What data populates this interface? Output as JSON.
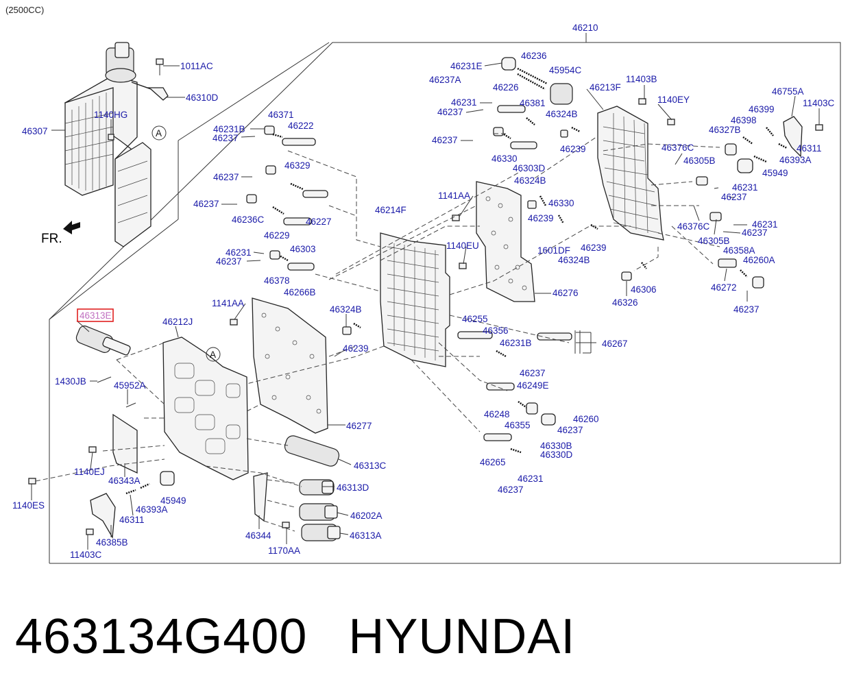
{
  "engine_note": "(2500CC)",
  "main_assembly": "46210",
  "direction_label": "FR.",
  "ref_marker": "A",
  "highlight_part": "46313E",
  "footer": {
    "part_number": "463134G400",
    "brand": "HYUNDAI"
  },
  "labels": {
    "l01": "1011AC",
    "l02": "46310D",
    "l03": "46307",
    "l04": "1140HG",
    "l05": "46371",
    "l06": "46231B",
    "l07": "46222",
    "l08": "46237",
    "l09": "46329",
    "l10": "46237",
    "l11": "46237",
    "l12": "46227",
    "l13": "46236C",
    "l14": "46229",
    "l15": "46303",
    "l16": "46231",
    "l17": "46237",
    "l18": "46378",
    "l19": "46266B",
    "l20": "46231E",
    "l21": "46236",
    "l22": "46237A",
    "l23": "45954C",
    "l24": "46226",
    "l25": "46213F",
    "l26": "11403B",
    "l27": "46231",
    "l28": "46381",
    "l29": "46237",
    "l30": "46324B",
    "l31": "1140EY",
    "l32": "46755A",
    "l33": "11403C",
    "l34": "46237",
    "l35": "46239",
    "l36": "46399",
    "l37": "46398",
    "l38": "46327B",
    "l39": "46311",
    "l40": "46330",
    "l41": "46303D",
    "l42": "46376C",
    "l43": "46305B",
    "l44": "46393A",
    "l45": "45949",
    "l46": "46324B",
    "l47": "46231",
    "l48": "46237",
    "l49": "1141AA",
    "l50": "46214F",
    "l51": "46330",
    "l52": "46239",
    "l53": "46376C",
    "l54": "46231",
    "l55": "46237",
    "l56": "1601DF",
    "l57": "46239",
    "l58": "46324B",
    "l59": "46305B",
    "l60": "46358A",
    "l61": "1140EU",
    "l62": "46260A",
    "l63": "46306",
    "l64": "46276",
    "l65": "46272",
    "l66": "46326",
    "l67": "1141AA",
    "l68": "46324B",
    "l69": "46237",
    "l70": "46212J",
    "l71": "46255",
    "l72": "46356",
    "l73": "46231B",
    "l74": "46267",
    "l75": "46239",
    "l76": "46237",
    "l77": "1430JB",
    "l78": "45952A",
    "l79": "46249E",
    "l80": "46248",
    "l81": "46260",
    "l82": "46355",
    "l83": "46237",
    "l84": "46277",
    "l85": "46330B",
    "l86": "46330D",
    "l87": "1140EJ",
    "l88": "46313C",
    "l89": "46265",
    "l90": "46343A",
    "l91": "46231",
    "l92": "46313D",
    "l93": "1140ES",
    "l94": "46237",
    "l95": "45949",
    "l96": "46393A",
    "l97": "46202A",
    "l98": "46311",
    "l99": "46313A",
    "l100": "46344",
    "l101": "46385B",
    "l102": "1170AA",
    "l103": "11403C"
  }
}
